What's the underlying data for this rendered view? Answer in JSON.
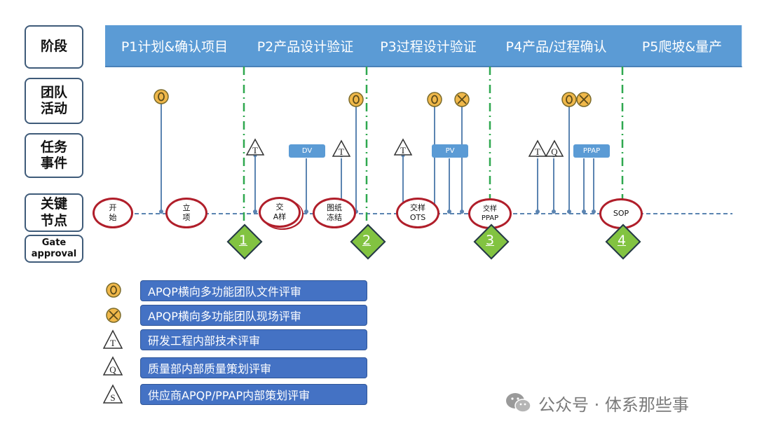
{
  "row_labels": {
    "stage": "阶段",
    "team": "团队\n活动",
    "task": "任务\n事件",
    "key": "关键\n节点",
    "gate": "Gate\napproval"
  },
  "phases": [
    "P1计划&确认项目",
    "P2产品设计验证",
    "P3过程设计验证",
    "P4产品/过程确认",
    "P5爬坡&量产"
  ],
  "task_boxes": [
    "DV",
    "PV",
    "PPAP"
  ],
  "milestones": [
    "开\n始",
    "立\n项",
    "交\nA样",
    "图纸\n冻结",
    "交样\nOTS",
    "交样\nPPAP",
    "SOP"
  ],
  "gates": [
    "1",
    "2",
    "3",
    "4"
  ],
  "legend": [
    {
      "symbol": "circle-o-icon",
      "text": "APQP横向多功能团队文件评审"
    },
    {
      "symbol": "circle-x-icon",
      "text": "APQP横向多功能团队现场评审"
    },
    {
      "symbol": "triangle-t-icon",
      "text": "研发工程内部技术评审"
    },
    {
      "symbol": "triangle-q-icon",
      "text": "质量部内部质量策划评审"
    },
    {
      "symbol": "triangle-s-icon",
      "text": "供应商APQP/PPAP内部策划评审"
    }
  ],
  "watermark": "公众号 · 体系那些事",
  "colors": {
    "phase_bar": "#5b9bd5",
    "gate": "#82c341",
    "gate_line": "#2fa84f",
    "milestone_border": "#b01e2a",
    "legend_box": "#4472c4",
    "marker_fill": "#f0b84a",
    "connector": "#5b84b1"
  }
}
